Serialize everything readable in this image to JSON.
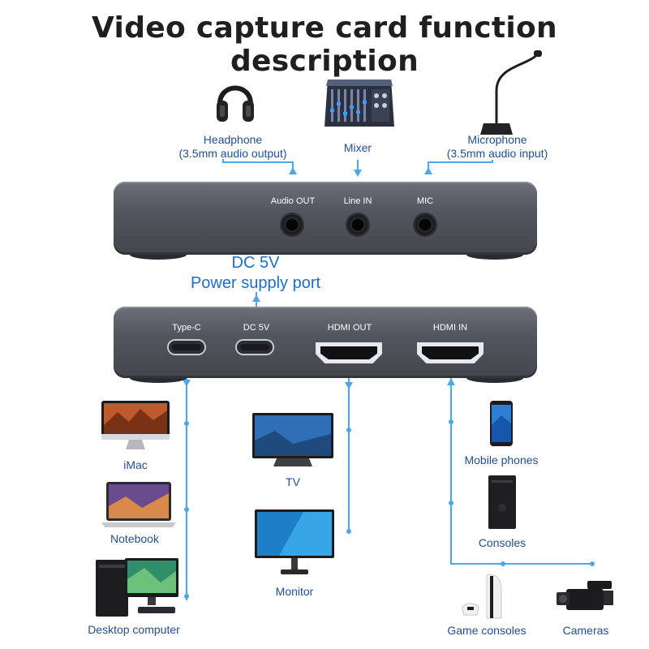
{
  "title": "Video capture card function description",
  "top_device": {
    "ports": [
      "Audio OUT",
      "Line IN",
      "MIC"
    ]
  },
  "bottom_device": {
    "ports": [
      "Type-C",
      "DC 5V",
      "HDMI OUT",
      "HDMI IN"
    ]
  },
  "power": {
    "line1": "DC 5V",
    "line2": "Power supply port"
  },
  "peripherals": {
    "headphone": {
      "label": "Headphone",
      "sub": "(3.5mm audio output)"
    },
    "mixer": {
      "label": "Mixer"
    },
    "microphone": {
      "label": "Microphone",
      "sub": "(3.5mm audio input)"
    },
    "imac": {
      "label": "iMac"
    },
    "notebook": {
      "label": "Notebook"
    },
    "desktop": {
      "label": "Desktop computer"
    },
    "tv": {
      "label": "TV"
    },
    "monitor": {
      "label": "Monitor"
    },
    "mobile": {
      "label": "Mobile phones"
    },
    "consoles": {
      "label": "Consoles"
    },
    "game_consoles": {
      "label": "Game consoles"
    },
    "cameras": {
      "label": "Cameras"
    }
  },
  "colors": {
    "line": "#4aa8ec",
    "label": "#1f4e9a",
    "accent": "#1a6fd0",
    "device": "#55575f"
  }
}
